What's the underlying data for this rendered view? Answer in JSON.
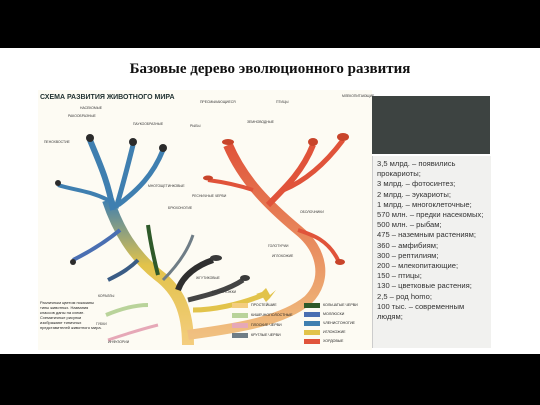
{
  "slide_title": "Базовые дерево эволюционного развития",
  "scheme_title": "СХЕМА РАЗВИТИЯ ЖИВОТНОГО МИРА",
  "caption": "Различным цветом показаны типы животных. Названия классов даны на схеме. Схематичные рисунки изображают типичных представителей животного мира.",
  "tree_labels": [
    "НАСЕКОМЫЕ",
    "РАКООБРАЗНЫЕ",
    "ПАУКООБРАЗНЫЕ",
    "ПЕНОХВОСТИЕ",
    "ПРЕСМЫКАЮЩИЕСЯ",
    "ПТИЦЫ",
    "МЛЕКОПИТАЮЩИЕ",
    "ЗЕМНОВОДНЫЕ",
    "РЫБЫ",
    "МНОГОЩЕТИНКОВЫЕ",
    "БРЮХОНОГИЕ",
    "РЕСНИЧНЫЕ ЧЕРВИ",
    "ИГЛОКОЖИЕ",
    "ОБОЛОЧНИКИ",
    "КОРАЛЛЫ",
    "ГУБКИ",
    "ЖГУТИКОВЫЕ",
    "КОРНЕНОЖКИ",
    "ИНФУЗОРИИ",
    "ГОЛОТУРИИ"
  ],
  "legend": [
    {
      "label": "ПРОСТЕЙШИЕ",
      "color": "#f4cd7e"
    },
    {
      "label": "КИШЕЧНОПОЛОСТНЫЕ",
      "color": "#b9d39a"
    },
    {
      "label": "ПЛОСКИЕ ЧЕРВИ",
      "color": "#e6a8b7"
    },
    {
      "label": "КРУГЛЫЕ ЧЕРВИ",
      "color": "#6f7d86"
    },
    {
      "label": "КОЛЬЧАТЫЕ ЧЕРВИ",
      "color": "#2f5a2a"
    },
    {
      "label": "МОЛЛЮСКИ",
      "color": "#4a6fb2"
    },
    {
      "label": "ЧЛЕНИСТОНОГИЕ",
      "color": "#3f7fb0"
    },
    {
      "label": "ИГЛОКОЖИЕ",
      "color": "#e2c34a"
    },
    {
      "label": "ХОРДОВЫЕ",
      "color": "#e0533a"
    }
  ],
  "facts": [
    "3,5 млрд. – появились прокариоты;",
    "3 млрд. – фотосинтез;",
    "2 млрд. – эукариоты;",
    "1 млрд. – многоклеточные;",
    "570 млн. – предки насекомых;",
    "500 млн. – рыбам;",
    "475 – наземным растениям;",
    "360 – амфибиям;",
    "300 – рептилиям;",
    "200 – млекопитающие;",
    "150 – птицы;",
    "130 – цветковые растения;",
    "2,5 – род homo;",
    "100 тыс. – современным людям;"
  ]
}
